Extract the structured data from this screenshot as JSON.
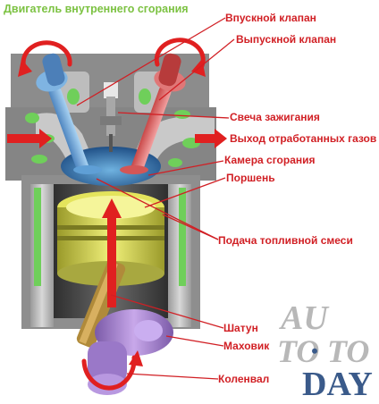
{
  "title": "Двигатель внутреннего сгорания",
  "labels": {
    "intake_valve": "Впускной клапан",
    "exhaust_valve": "Выпускной клапан",
    "spark_plug": "Свеча зажигания",
    "exhaust_out": "Выход отработанных газов",
    "combustion_chamber": "Камера сгорания",
    "piston": "Поршень",
    "fuel_feed": "Подача топливной смеси",
    "con_rod": "Шатун",
    "flywheel": "Маховик",
    "crankshaft": "Коленвал"
  },
  "watermark": {
    "line1": "AU",
    "line2_a": "TO",
    "line2_b": "TO",
    "line3": "DAY"
  },
  "colors": {
    "title": "#7cc242",
    "labels": "#d11f24",
    "watermark_grey": "#b8b8b8",
    "watermark_blue": "#3a5a8a"
  }
}
